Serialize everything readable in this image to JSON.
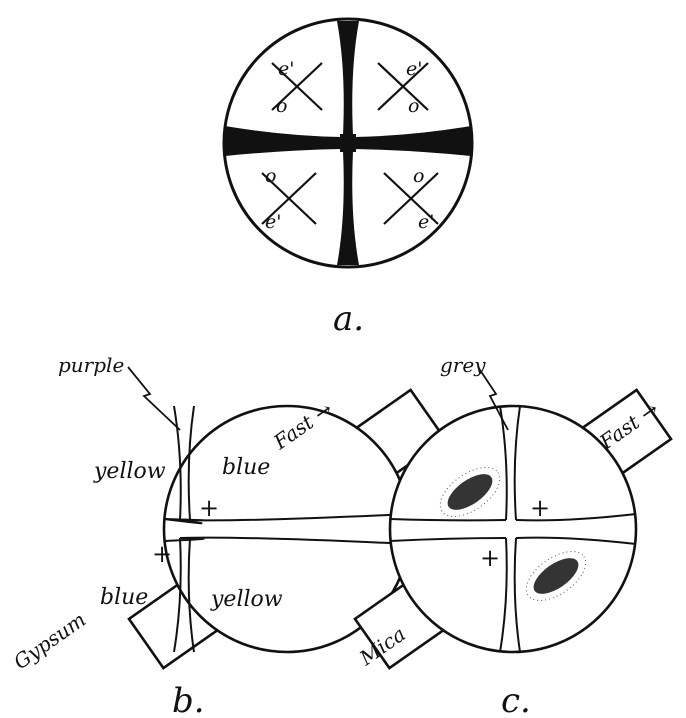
{
  "figure_a": {
    "caption": "a.",
    "quadrants": {
      "top_left": {
        "upper": "e'",
        "lower": "o"
      },
      "top_right": {
        "upper": "e'",
        "lower": "o"
      },
      "bottom_left": {
        "upper": "o",
        "lower": "e'"
      },
      "bottom_right": {
        "upper": "o",
        "lower": "e'"
      }
    }
  },
  "figure_b": {
    "caption": "b.",
    "pointer_label": "purple",
    "quadrant_labels": {
      "top_left": "yellow",
      "top_right": "blue",
      "bottom_left": "blue",
      "bottom_right": "yellow"
    },
    "plus_signs": [
      "+",
      "+"
    ],
    "plate_bottom": "Gypsum",
    "plate_top": "Fast →"
  },
  "figure_c": {
    "caption": "c.",
    "pointer_label": "grey",
    "plus_signs": [
      "+",
      "+"
    ],
    "plate_bottom": "Mica",
    "plate_top": "Fast →"
  },
  "colors": {
    "ink": "#111111",
    "background": "#ffffff"
  }
}
